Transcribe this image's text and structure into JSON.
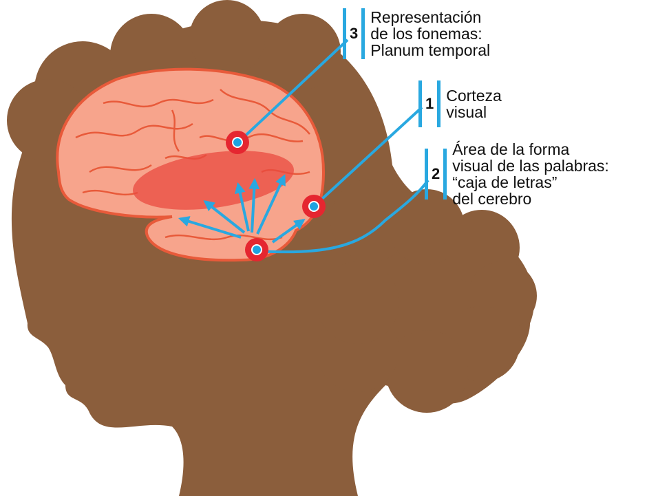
{
  "colors": {
    "silhouette": "#8b5e3c",
    "brain_fill": "#f7a48c",
    "brain_stroke": "#e85a3a",
    "highlight": "#ea4b40",
    "marker_ring": "#e52630",
    "marker_dot": "#1ea3e0",
    "connector": "#29a8e0"
  },
  "callouts": [
    {
      "number": "3",
      "lines": [
        "Representación",
        "de los fonemas:",
        "Planum temporal"
      ]
    },
    {
      "number": "1",
      "lines": [
        "Corteza",
        "visual"
      ]
    },
    {
      "number": "2",
      "lines": [
        "Área de la forma",
        "visual de las palabras:",
        "“caja de letras”",
        "del cerebro"
      ]
    }
  ]
}
